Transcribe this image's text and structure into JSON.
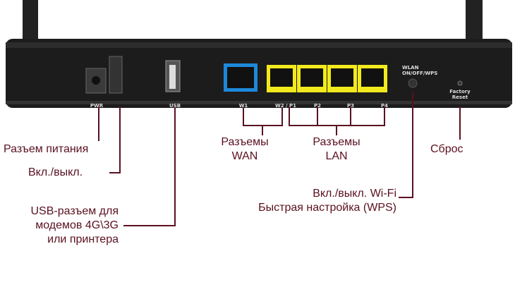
{
  "panel_labels": {
    "pwr": "PWR",
    "usb": "USB",
    "w1": "W1",
    "w2p1": "W2 / P1",
    "p2": "P2",
    "p3": "P3",
    "p4": "P4",
    "wlan": "WLAN",
    "wlan2": "ON/OFF/WPS",
    "factory": "Factory",
    "reset": "Reset"
  },
  "callouts": {
    "power": "Разъем питания",
    "switch": "Вкл./выкл.",
    "usb": [
      "USB-разъем для",
      "модемов 4G\\3G",
      "или принтера"
    ],
    "wan": [
      "Разъемы",
      "WAN"
    ],
    "lan": [
      "Разъемы",
      "LAN"
    ],
    "reset": "Сброс",
    "wps": [
      "Вкл./выкл. Wi-Fi",
      "Быстрая настройка (WPS)"
    ]
  },
  "colors": {
    "line": "#5a1020",
    "wan": "#1e88d8",
    "lan": "#f2ea1c",
    "body": "#1c1c1c"
  }
}
